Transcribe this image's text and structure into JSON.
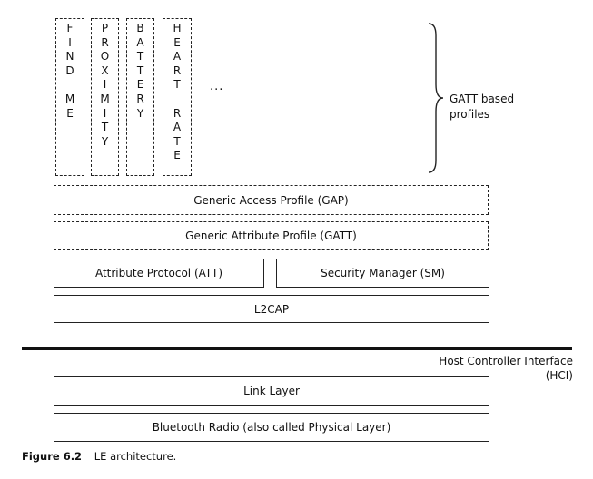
{
  "profiles": [
    {
      "name": "find-me",
      "text": "F\nI\nN\nD\n\nM\nE"
    },
    {
      "name": "proximity",
      "text": "P\nR\nO\nX\nI\nM\nI\nT\nY"
    },
    {
      "name": "battery",
      "text": "B\nA\nT\nT\nE\nR\nY"
    },
    {
      "name": "heart-rate",
      "text": "H\nE\nA\nR\nT\n\nR\nA\nT\nE"
    }
  ],
  "ellipsis": "...",
  "brace_label": "GATT based\nprofiles",
  "layers": {
    "gap": "Generic Access Profile (GAP)",
    "gatt": "Generic Attribute Profile (GATT)",
    "att": "Attribute Protocol (ATT)",
    "sm": "Security Manager (SM)",
    "l2cap": "L2CAP",
    "link_layer": "Link Layer",
    "radio": "Bluetooth Radio (also called Physical Layer)"
  },
  "hci_label": "Host Controller Interface\n(HCI)",
  "caption": {
    "number": "Figure 6.2",
    "text": "LE architecture."
  }
}
